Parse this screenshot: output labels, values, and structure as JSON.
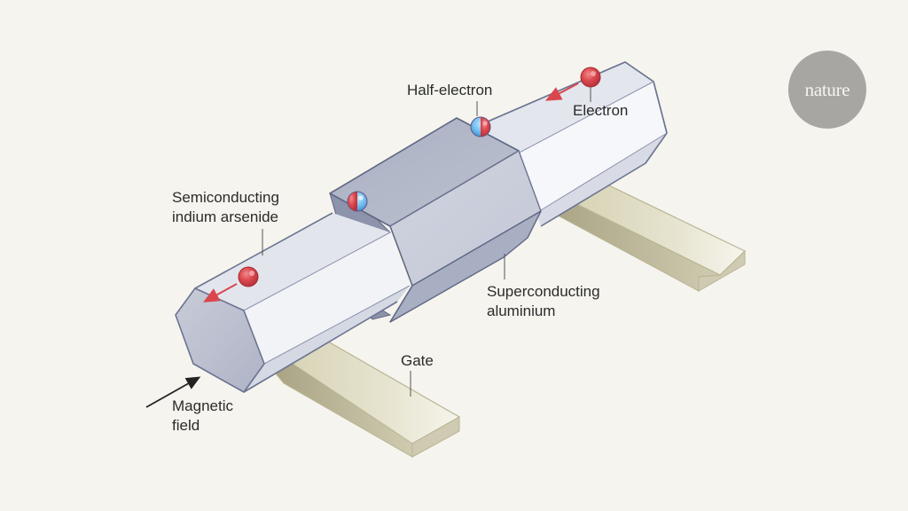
{
  "logo": {
    "text": "nature"
  },
  "labels": {
    "half_electron": "Half-electron",
    "electron": "Electron",
    "semiconducting_line1": "Semiconducting",
    "semiconducting_line2": "indium arsenide",
    "superconducting_line1": "Superconducting",
    "superconducting_line2": "aluminium",
    "gate": "Gate",
    "magnetic_line1": "Magnetic",
    "magnetic_line2": "field"
  },
  "colors": {
    "background": "#f5f4ee",
    "electron_red": "#d9474c",
    "half_blue": "#5fb0e8",
    "nanowire_light": "#eceef4",
    "aluminium": "#b4b9c9",
    "gate": "#dcd9c0",
    "arrow_red": "#d9474c",
    "outline": "#6b7490"
  }
}
